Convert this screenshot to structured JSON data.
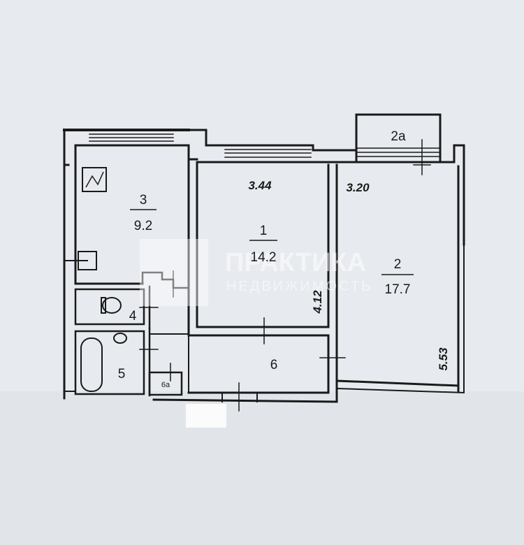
{
  "rooms": [
    {
      "number": "1",
      "area": "14.2"
    },
    {
      "number": "2",
      "area": "17.7"
    },
    {
      "number": "2a"
    },
    {
      "number": "3",
      "area": "9.2"
    },
    {
      "number": "4"
    },
    {
      "number": "5"
    },
    {
      "number": "6"
    },
    {
      "number": "6a"
    }
  ],
  "dimensions": {
    "room1_width": "3.44",
    "room2_width": "3.20",
    "room1_length": "4.12",
    "room2_length": "5.53"
  },
  "watermark": {
    "brand": "ПРАКТИКА",
    "sub": "НЕДВИЖИМОСТЬ"
  },
  "colors": {
    "paper": "#e7eaee",
    "wall": "#1a1a1a"
  }
}
